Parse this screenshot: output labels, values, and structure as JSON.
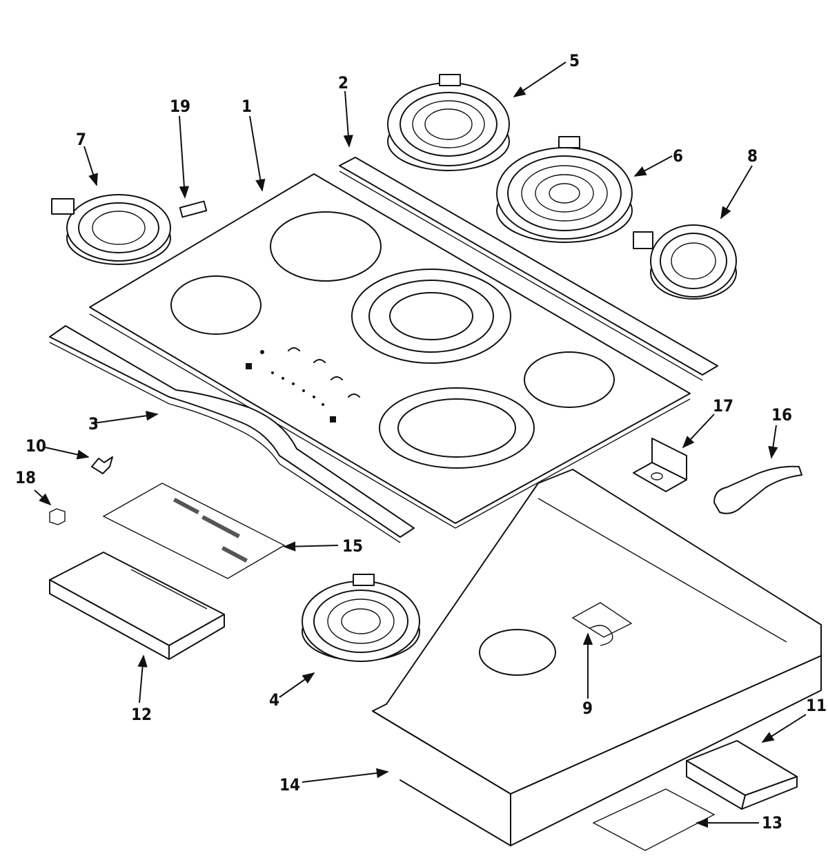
{
  "diagram": {
    "callouts": [
      {
        "id": "1",
        "label": "1"
      },
      {
        "id": "2",
        "label": "2"
      },
      {
        "id": "3",
        "label": "3"
      },
      {
        "id": "4",
        "label": "4"
      },
      {
        "id": "5",
        "label": "5"
      },
      {
        "id": "6",
        "label": "6"
      },
      {
        "id": "7",
        "label": "7"
      },
      {
        "id": "8",
        "label": "8"
      },
      {
        "id": "9",
        "label": "9"
      },
      {
        "id": "10",
        "label": "10"
      },
      {
        "id": "11",
        "label": "11"
      },
      {
        "id": "12",
        "label": "12"
      },
      {
        "id": "13",
        "label": "13"
      },
      {
        "id": "14",
        "label": "14"
      },
      {
        "id": "15",
        "label": "15"
      },
      {
        "id": "16",
        "label": "16"
      },
      {
        "id": "17",
        "label": "17"
      },
      {
        "id": "18",
        "label": "18"
      },
      {
        "id": "19",
        "label": "19"
      }
    ],
    "colors": {
      "line": "#111111",
      "background": "#ffffff"
    }
  }
}
